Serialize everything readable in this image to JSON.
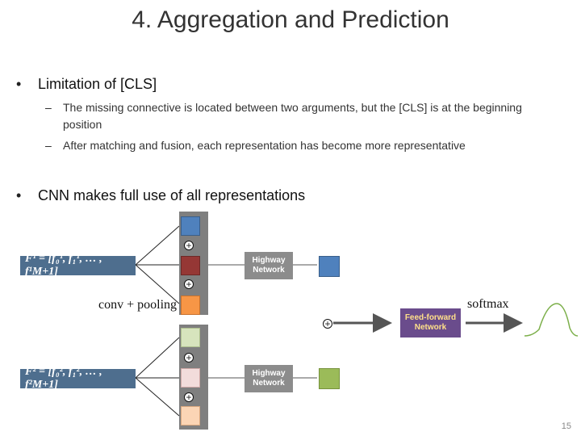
{
  "title": "4. Aggregation and Prediction",
  "bullets": [
    {
      "text": "Limitation of [CLS]",
      "subs": [
        "The missing connective is located between two arguments, but the [CLS] is at the beginning position",
        "After matching and fusion, each representation has become more representative"
      ]
    },
    {
      "text": "CNN makes full use of all representations"
    }
  ],
  "diagram": {
    "f1_label": "F¹ = [f₀¹, f₁¹, … , f¹M+1]",
    "f2_label": "F² = [f₀², f₁², … , f²M+1]",
    "highway_label": "Highway Network",
    "feedforward_label": "Feed-forward Network",
    "conv_pooling": "conv + pooling",
    "softmax": "softmax",
    "plus_symbol": "+"
  },
  "page_number": "15",
  "colors": {
    "cnn_column": "#7f7f7f",
    "eq_box": "#4e6e8e",
    "highway_box": "#8c8c8c",
    "feedforward_box": "#6a4c8c",
    "blue_square": "#4f81bd",
    "dark_red_square": "#953735",
    "orange_square": "#f79646",
    "light_green_square": "#d7e4bd",
    "pink_square": "#f2dcdb",
    "peach_square": "#fbd5b5",
    "green_square": "#9bbb59"
  }
}
